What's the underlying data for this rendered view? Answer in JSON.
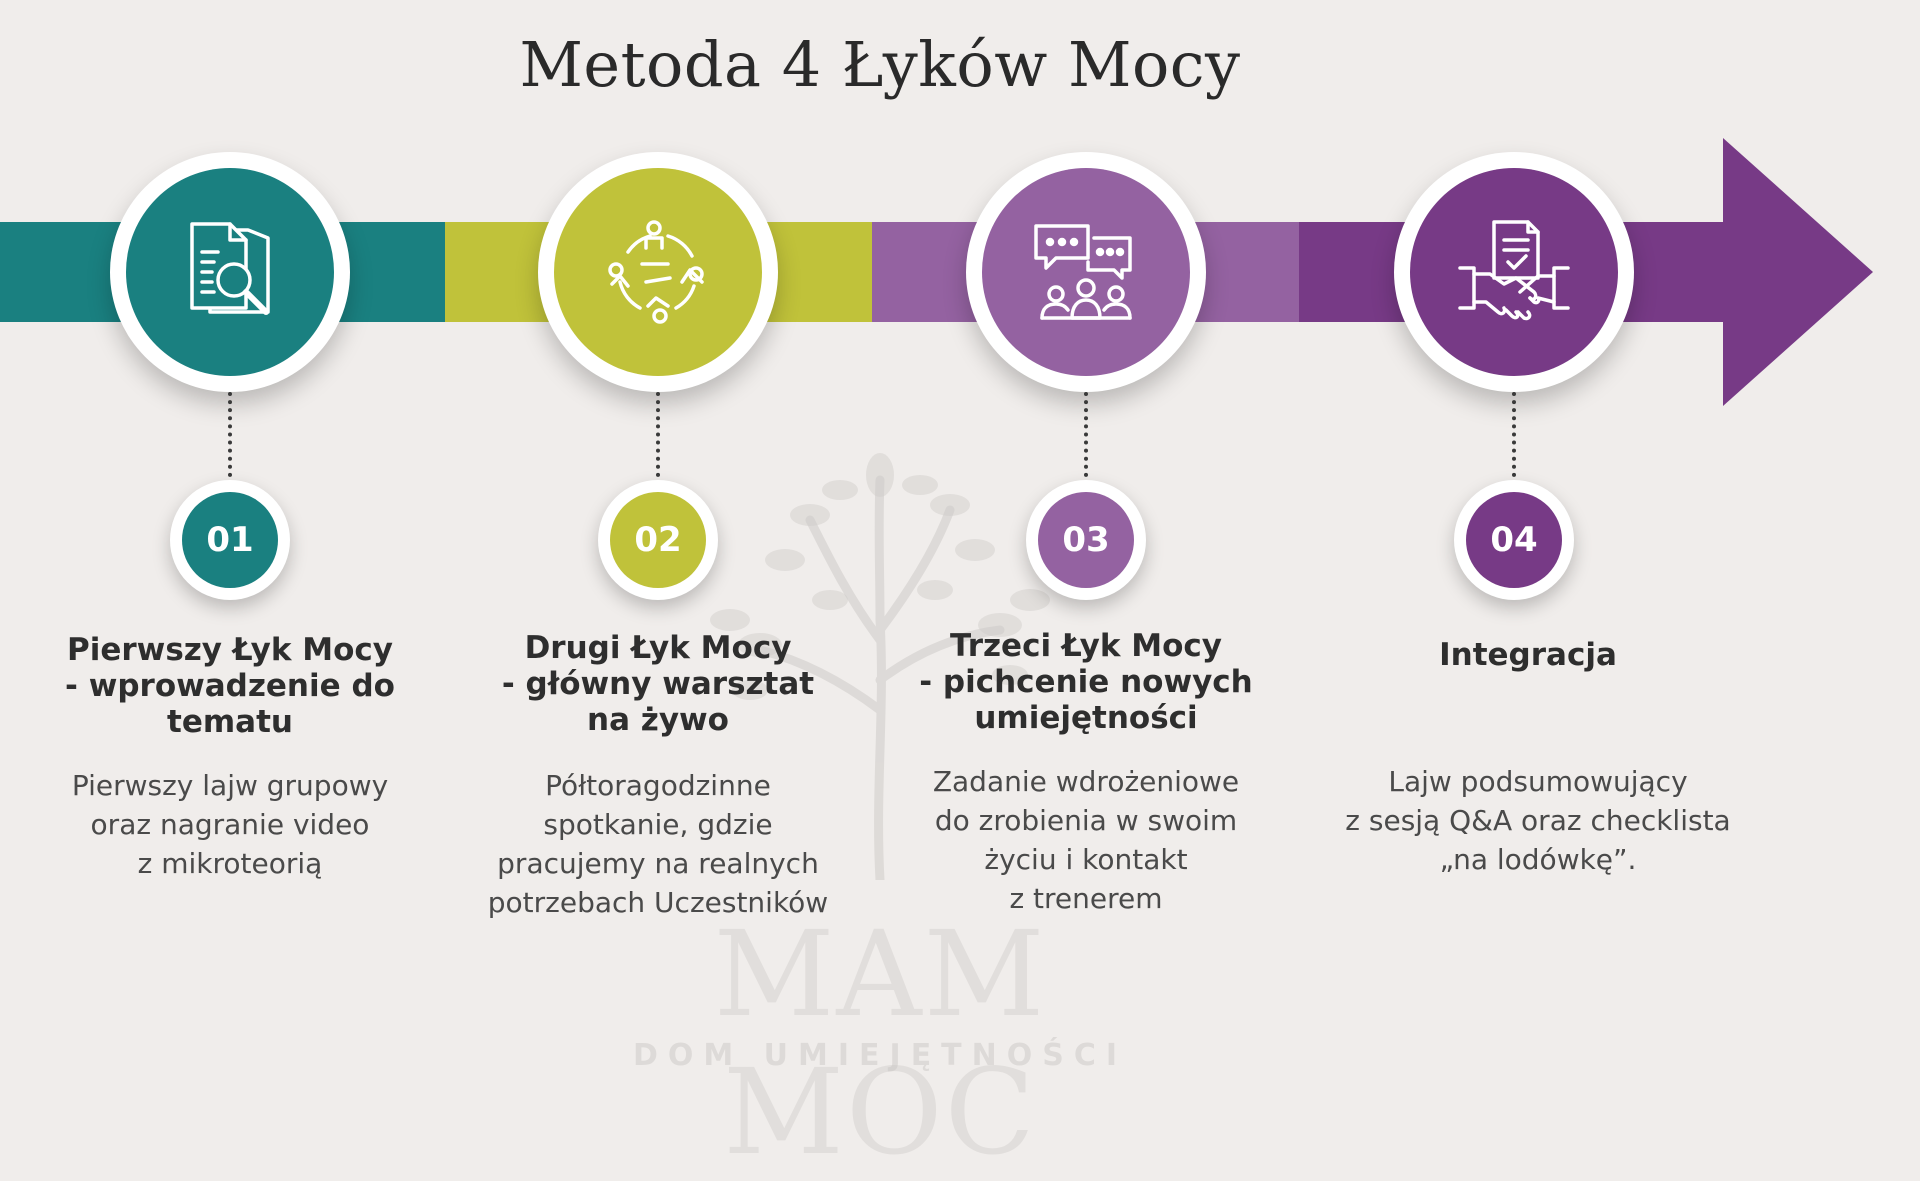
{
  "title": "Metoda 4 Łyków Mocy",
  "watermark": {
    "brand": "MAM MOC",
    "subtitle": "DOM UMIEJĘTNOŚCI"
  },
  "colors": {
    "teal": "#1a8080",
    "lime": "#c0c23a",
    "lavender": "#9462a1",
    "purple": "#773a86",
    "background": "#f0edeb"
  },
  "steps": [
    {
      "number": "01",
      "icon": "document-search-icon",
      "heading": [
        "Pierwszy Łyk Mocy",
        "- wprowadzenie do",
        "tematu"
      ],
      "description": [
        "Pierwszy lajw grupowy",
        "oraz nagranie video",
        "z mikroteorią"
      ]
    },
    {
      "number": "02",
      "icon": "team-collaboration-icon",
      "heading": [
        "Drugi Łyk Mocy",
        "- główny warsztat",
        "na żywo"
      ],
      "description": [
        "Półtoragodzinne",
        "spotkanie, gdzie",
        "pracujemy na realnych",
        "potrzebach Uczestników"
      ]
    },
    {
      "number": "03",
      "icon": "chat-group-icon",
      "heading": [
        "Trzeci Łyk Mocy",
        "- pichcenie nowych",
        "umiejętności"
      ],
      "description": [
        "Zadanie wdrożeniowe",
        "do zrobienia w swoim",
        "życiu i kontakt",
        "z trenerem"
      ]
    },
    {
      "number": "04",
      "icon": "handshake-checklist-icon",
      "heading": [
        "Integracja"
      ],
      "description": [
        "Lajw podsumowujący",
        "z sesją Q&A oraz checklista",
        "„na lodówkę”."
      ]
    }
  ]
}
